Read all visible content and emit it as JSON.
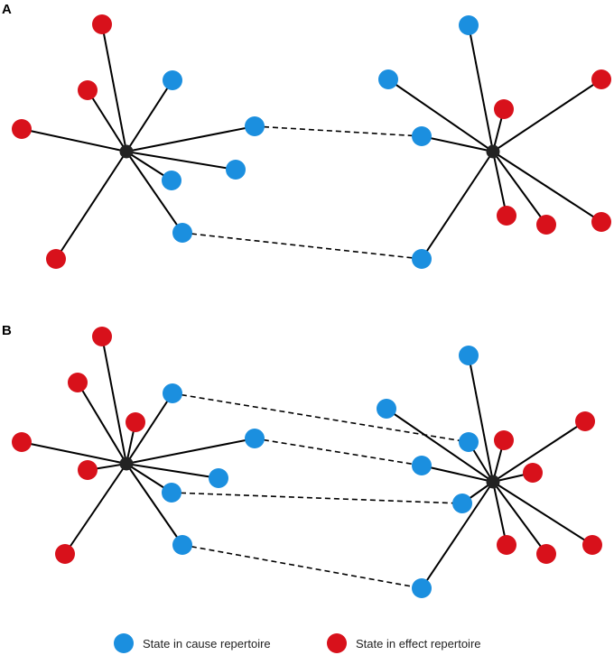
{
  "panels": [
    {
      "label": "A"
    },
    {
      "label": "B"
    }
  ],
  "legend": [
    {
      "label": "State in cause repertoire",
      "color": "#1b8fdf"
    },
    {
      "label": "State in effect repertoire",
      "color": "#d8111b"
    }
  ],
  "colors": {
    "cause": "#1b8fdf",
    "effect": "#d8111b",
    "hub": "#222222",
    "edge": "#000000"
  }
}
